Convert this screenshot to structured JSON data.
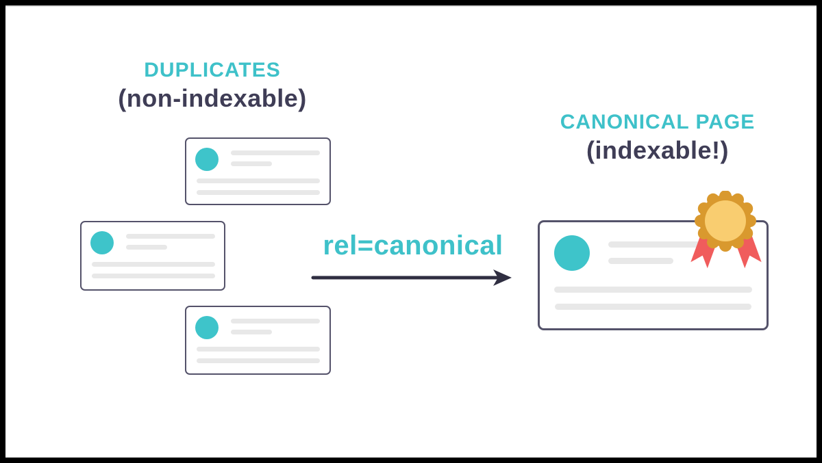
{
  "diagram_title": "rel=canonical duplicates vs canonical page diagram",
  "duplicates_group": {
    "title": "DUPLICATES",
    "subtitle": "(non-indexable)",
    "card_count": 3
  },
  "relation": {
    "label": "rel=canonical",
    "arrow_direction": "right"
  },
  "canonical_group": {
    "title": "CANONICAL PAGE",
    "subtitle": "(indexable!)"
  },
  "icons": {
    "avatar": "teal-circle-icon",
    "award": "award-ribbon-icon",
    "arrow": "right-arrow-icon"
  },
  "colors": {
    "accent_teal": "#3EC1C9",
    "dark_text": "#3F3D56",
    "arrow": "#2F2E41",
    "card_border": "#54526A",
    "skeleton_line": "#E8E8E8",
    "badge_gold": "#D9992E",
    "badge_gold_light": "#F9CD70",
    "badge_ribbon_red": "#F05C5C",
    "frame_border": "#000000",
    "background": "#FFFFFF"
  }
}
